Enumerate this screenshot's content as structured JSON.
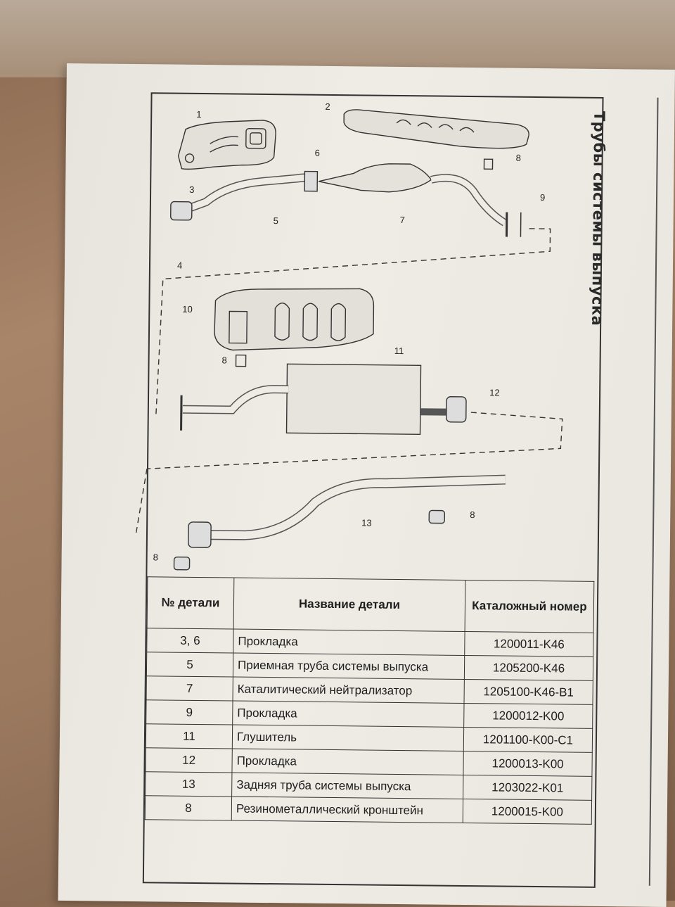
{
  "page": {
    "side_title": "Трубы системы выпуска"
  },
  "diagram": {
    "callouts": [
      "1",
      "2",
      "3",
      "4",
      "5",
      "6",
      "7",
      "8",
      "8",
      "8",
      "8",
      "9",
      "10",
      "11",
      "12",
      "13"
    ]
  },
  "table": {
    "headers": {
      "num": "№ детали",
      "name": "Название детали",
      "catalog": "Каталожный номер"
    },
    "rows": [
      {
        "num": "3, 6",
        "name": "Прокладка",
        "catalog": "1200011-K46"
      },
      {
        "num": "5",
        "name": "Приемная труба системы выпуска",
        "catalog": "1205200-K46"
      },
      {
        "num": "7",
        "name": "Каталитический нейтрализатор",
        "catalog": "1205100-K46-B1"
      },
      {
        "num": "9",
        "name": "Прокладка",
        "catalog": "1200012-K00"
      },
      {
        "num": "11",
        "name": "Глушитель",
        "catalog": "1201100-K00-C1"
      },
      {
        "num": "12",
        "name": "Прокладка",
        "catalog": "1200013-K00"
      },
      {
        "num": "13",
        "name": "Задняя труба системы выпуска",
        "catalog": "1203022-K01"
      },
      {
        "num": "8",
        "name": "Резинометаллический кронштейн",
        "catalog": "1200015-K00"
      }
    ]
  }
}
